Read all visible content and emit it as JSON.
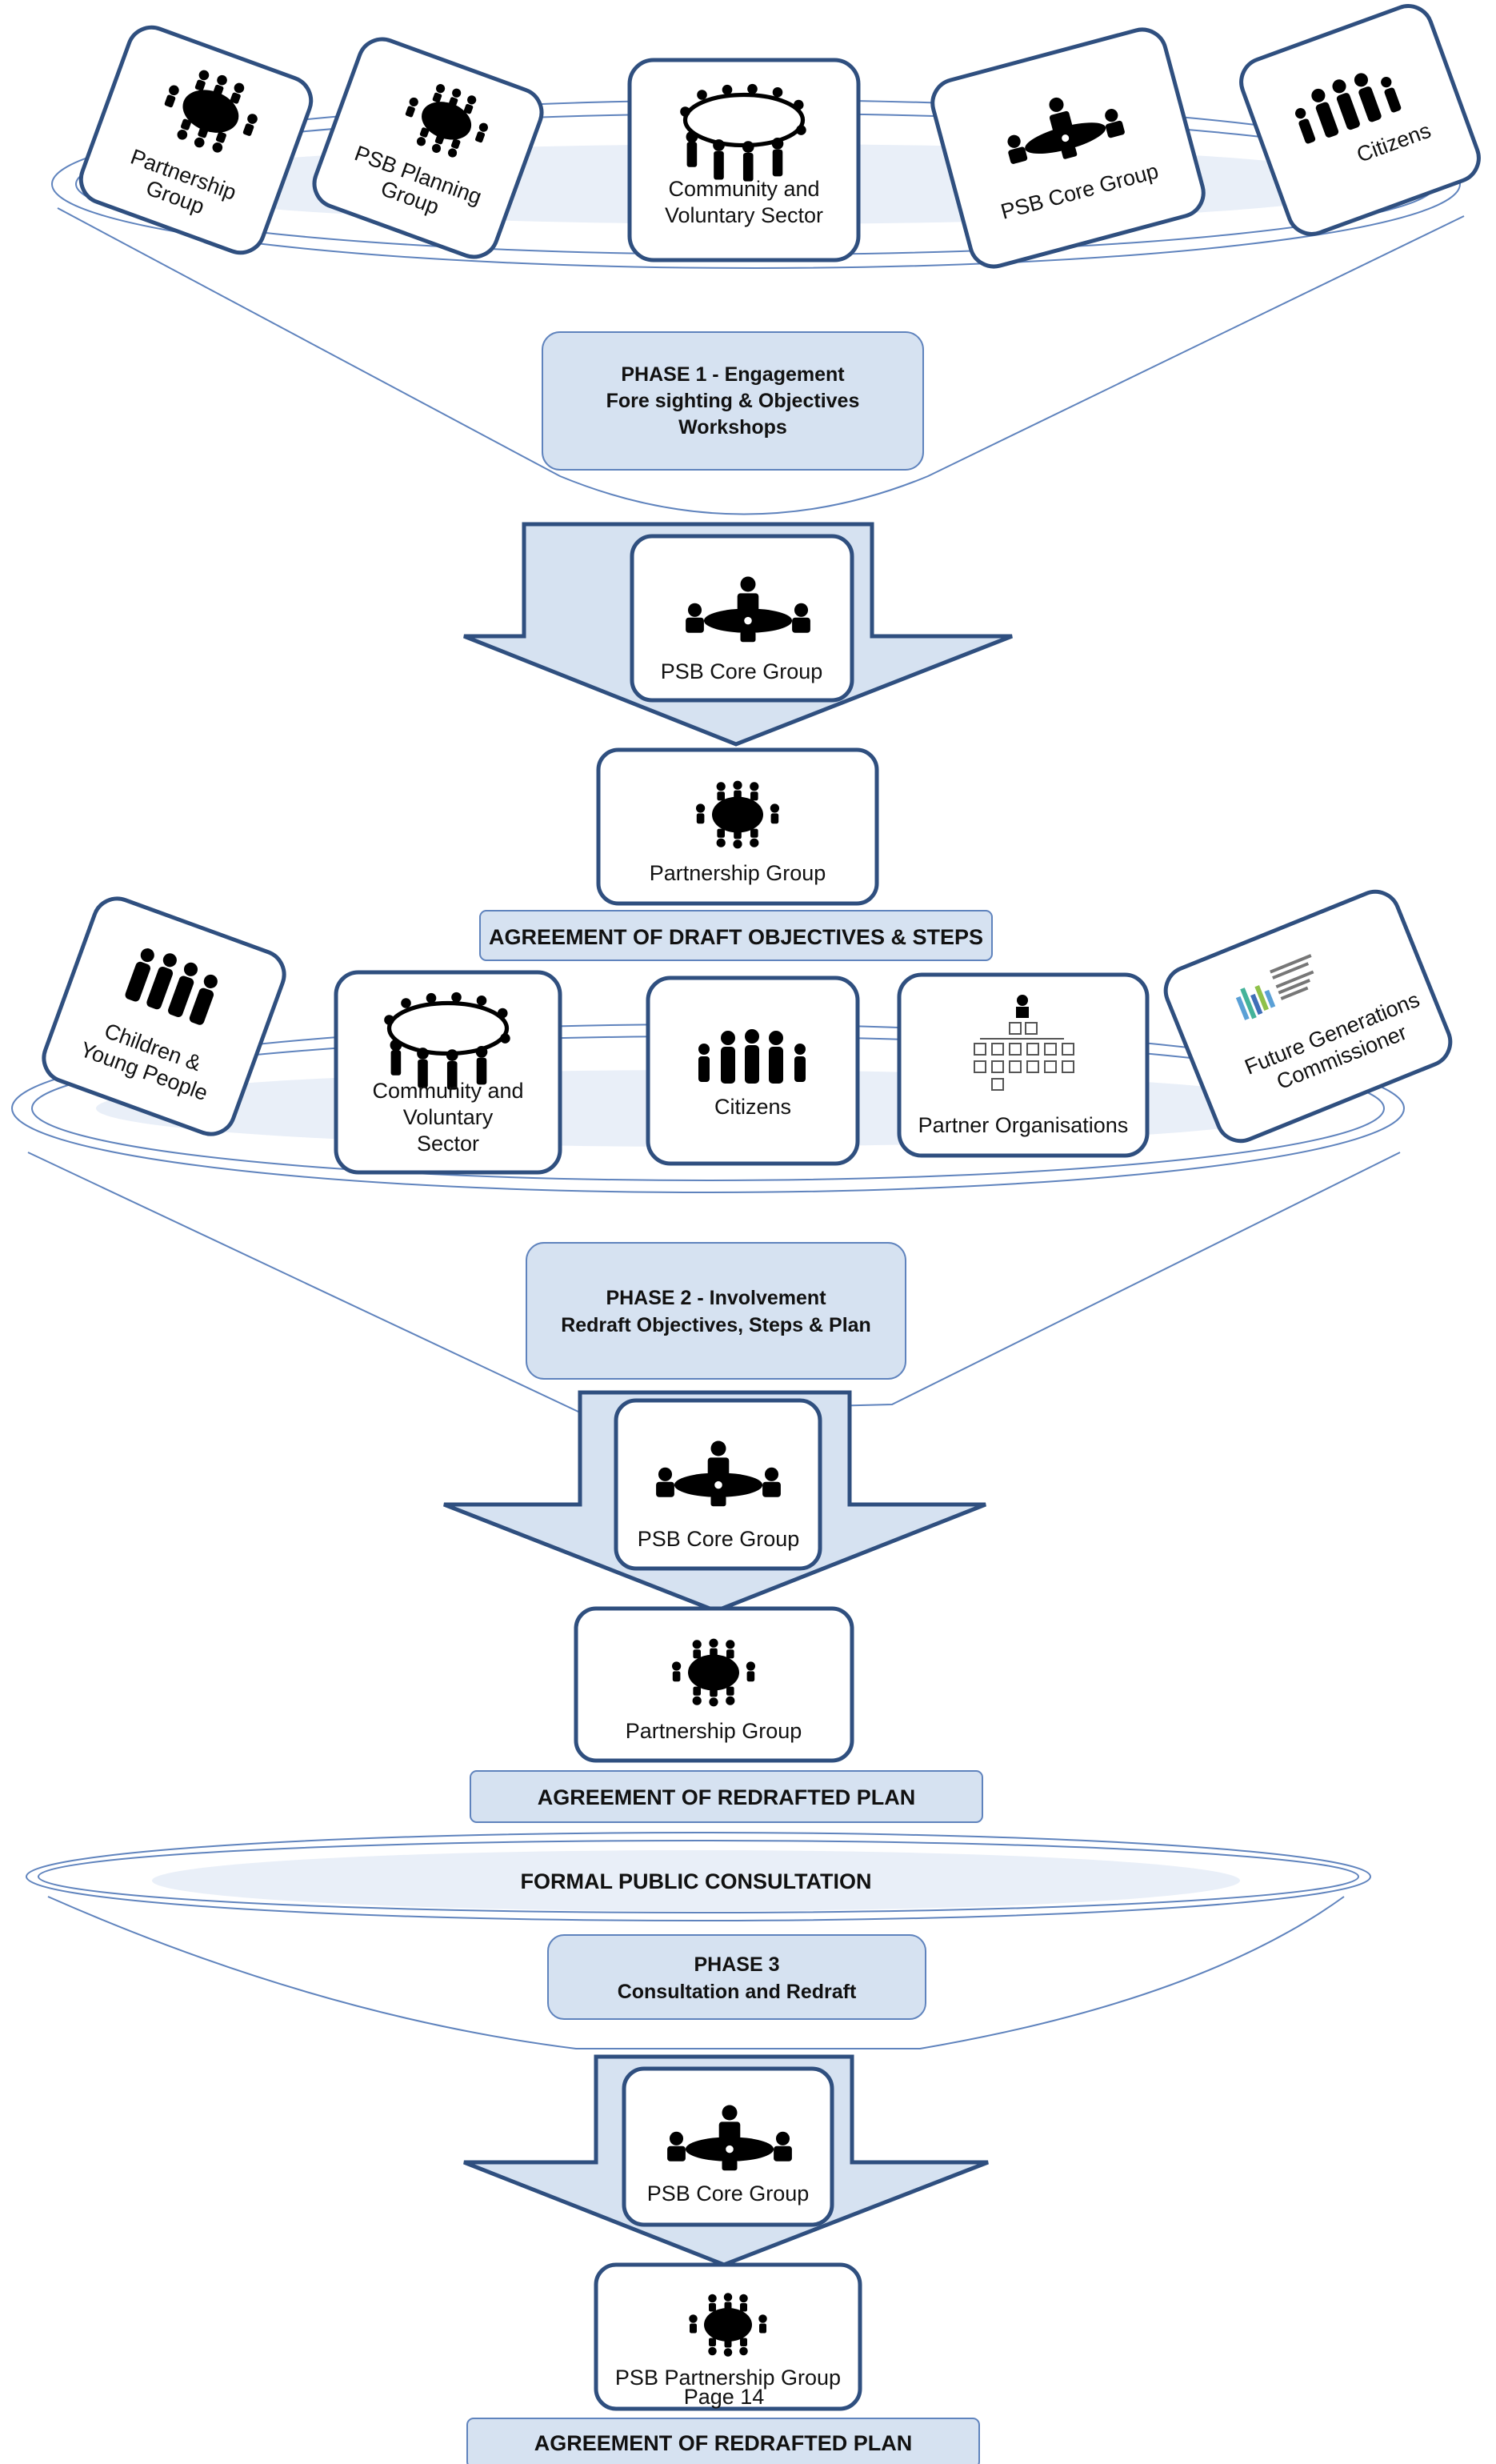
{
  "phase1": {
    "stakeholders": [
      {
        "label_lines": [
          "Partnership",
          "Group"
        ],
        "icon": "meeting-table-icon"
      },
      {
        "label_lines": [
          "PSB Planning",
          "Group"
        ],
        "icon": "meeting-table-icon"
      },
      {
        "label_lines": [
          "Community and",
          "Voluntary Sector"
        ],
        "icon": "people-circle-icon"
      },
      {
        "label_lines": [
          "PSB Core Group"
        ],
        "icon": "core-group-icon"
      },
      {
        "label_lines": [
          "Citizens"
        ],
        "icon": "family-icon"
      }
    ],
    "phase_lines": [
      "PHASE 1 - Engagement",
      "Fore sighting & Objectives",
      "Workshops"
    ],
    "core_group_label": "PSB Core Group",
    "partnership_label": "Partnership Group",
    "agreement": "AGREEMENT OF DRAFT OBJECTIVES & STEPS"
  },
  "phase2": {
    "stakeholders": [
      {
        "label_lines": [
          "Children &",
          "Young People"
        ],
        "icon": "children-icon"
      },
      {
        "label_lines": [
          "Community and",
          "Voluntary",
          "Sector"
        ],
        "icon": "people-circle-icon"
      },
      {
        "label_lines": [
          "Citizens"
        ],
        "icon": "family-icon"
      },
      {
        "label_lines": [
          "Partner Organisations"
        ],
        "icon": "org-chart-icon"
      },
      {
        "label_lines": [
          "Future Generations",
          "Commissioner"
        ],
        "icon": "commissioner-logo-icon"
      }
    ],
    "phase_lines": [
      "PHASE 2 - Involvement",
      "Redraft Objectives, Steps & Plan"
    ],
    "core_group_label": "PSB Core Group",
    "partnership_label": "Partnership Group",
    "agreement": "AGREEMENT OF REDRAFTED PLAN"
  },
  "phase3": {
    "consultation": "FORMAL PUBLIC CONSULTATION",
    "phase_lines": [
      "PHASE 3",
      "Consultation and Redraft"
    ],
    "core_group_label": "PSB Core Group",
    "partnership_label": "PSB Partnership Group",
    "agreement": "AGREEMENT OF REDRAFTED PLAN"
  },
  "footer": {
    "page_label": "Page 14"
  },
  "colors": {
    "accent_blue": "#2f4f7f",
    "light_blue_fill": "#d6e2f1",
    "outline_blue": "#5f83bd"
  }
}
